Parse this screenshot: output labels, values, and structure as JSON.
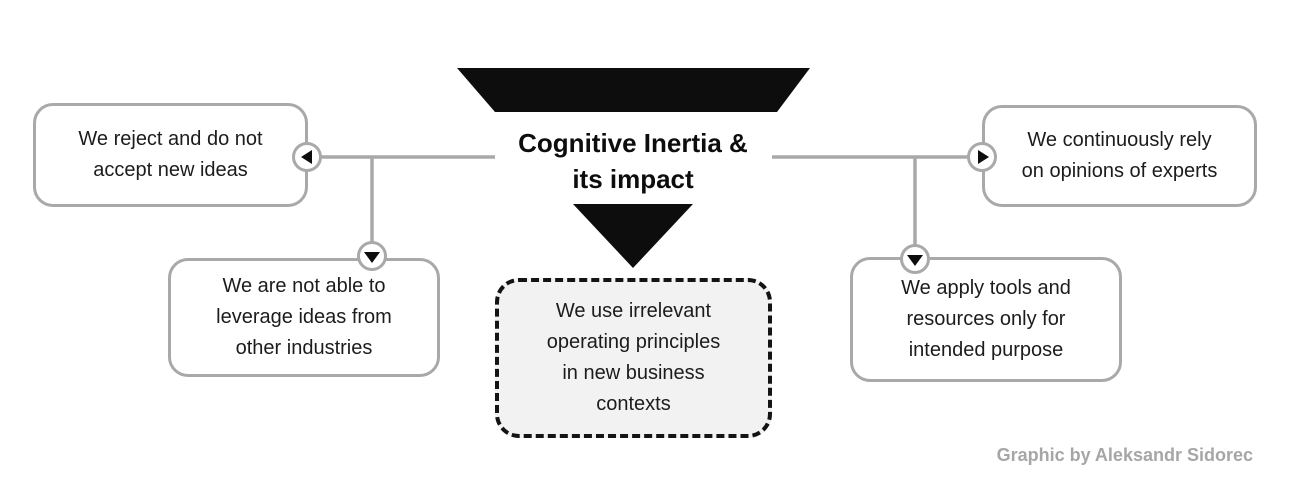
{
  "title": {
    "lines": [
      "Cognitive Inertia &",
      "its impact"
    ]
  },
  "nodes": {
    "reject_ideas": {
      "lines": [
        "We reject and do not",
        "accept new ideas"
      ]
    },
    "leverage_ideas": {
      "lines": [
        "We are not able to",
        "leverage ideas from",
        "other industries"
      ]
    },
    "irrelevant_principles": {
      "lines": [
        "We use irrelevant",
        "operating principles",
        "in new business",
        "contexts"
      ]
    },
    "rely_experts": {
      "lines": [
        "We continuously rely",
        "on opinions of experts"
      ]
    },
    "apply_tools": {
      "lines": [
        "We apply tools and",
        "resources only for",
        "intended purpose"
      ]
    }
  },
  "attribution": "Graphic by Aleksandr Sidorec",
  "icons": {
    "arrow_left": "left-pointing black triangle in gray circle",
    "arrow_right": "right-pointing black triangle in gray circle",
    "arrow_down": "down-pointing black triangle in gray circle",
    "funnel": "black inverted trapezoid",
    "big_arrow_down": "black downward triangle"
  },
  "colors": {
    "connector": "#a9a9a9",
    "box_border": "#a9a9a9",
    "shape_black": "#0d0d0d",
    "dashed_border": "#141414",
    "dashed_fill": "#f2f2f2",
    "text": "#1c1c1c",
    "attribution": "#a6a6a6"
  }
}
